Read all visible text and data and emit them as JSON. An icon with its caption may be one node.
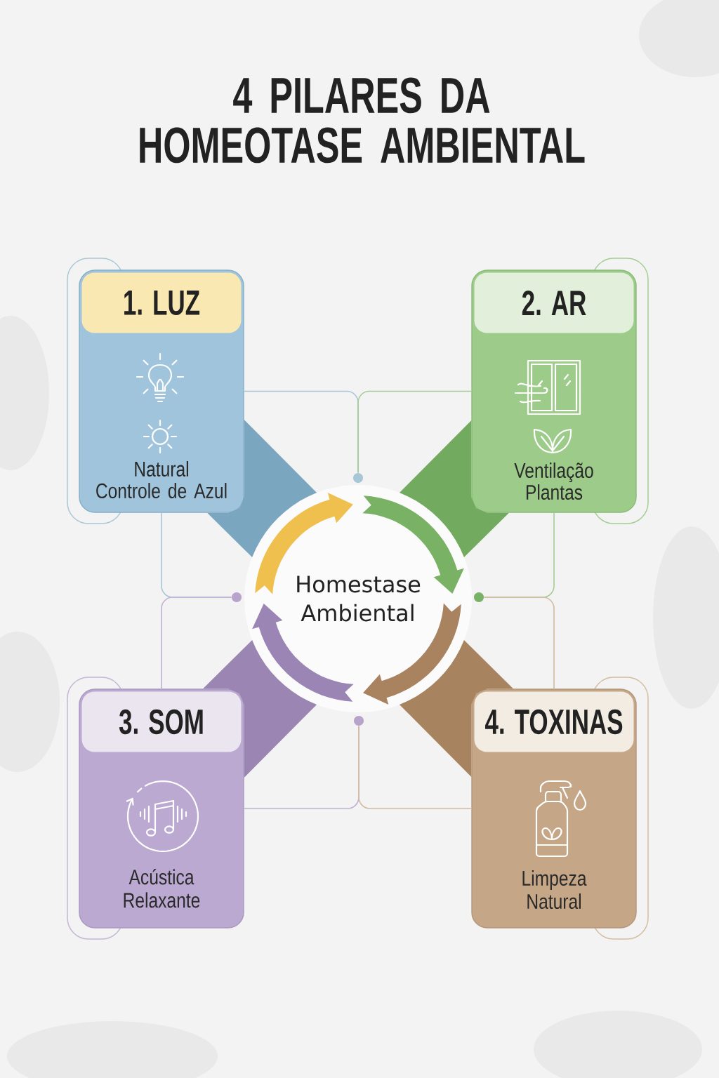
{
  "diagram": {
    "title": "4 PILARES DA HOMEOTASE AMBIENTAL",
    "nodes": [
      {
        "text": [
          "1. LUZ",
          "Natural",
          "Controle de Azul"
        ]
      },
      {
        "text": [
          "2. AR",
          "Ventilação",
          "Plantas"
        ]
      },
      {
        "text": [
          "Homestase Ambiental"
        ]
      },
      {
        "text": [
          "3. SOM",
          "Acústica Relaxante"
        ]
      },
      {
        "text": [
          "4. TOXINAS",
          "Limpeza Natural"
        ]
      },
      {
        "text": [],
        "shape": "circle"
      },
      {
        "text": [],
        "shape": "circle"
      },
      {
        "text": [],
        "shape": "circle"
      },
      {
        "text": [],
        "shape": "circle"
      }
    ],
    "edges": [
      {
        "from": 0,
        "to": 2,
        "arrow": "none",
        "style": "thick",
        "color": "#7aa6bf"
      },
      {
        "from": 1,
        "to": 2,
        "arrow": "none",
        "style": "thick",
        "color": "#72ab5f"
      },
      {
        "from": 3,
        "to": 2,
        "arrow": "none",
        "style": "thick",
        "color": "#9b85b2"
      },
      {
        "from": 4,
        "to": 2,
        "arrow": "none",
        "style": "thick",
        "color": "#a8835f"
      },
      {
        "from": 0,
        "to": 5,
        "arrow": "none",
        "color": "#a8c5d6"
      },
      {
        "from": 1,
        "to": 5,
        "arrow": "none",
        "color": "#a3cd94"
      },
      {
        "from": 0,
        "to": 6,
        "arrow": "none",
        "color": "#a8c5d6"
      },
      {
        "from": 3,
        "to": 6,
        "arrow": "none",
        "color": "#c0b0d4"
      },
      {
        "from": 1,
        "to": 7,
        "arrow": "none",
        "color": "#a3cd94"
      },
      {
        "from": 4,
        "to": 7,
        "arrow": "none",
        "color": "#d2baa0"
      },
      {
        "from": 3,
        "to": 8,
        "arrow": "none",
        "color": "#c0b0d4"
      },
      {
        "from": 4,
        "to": 8,
        "arrow": "none",
        "color": "#d2baa0"
      }
    ]
  }
}
